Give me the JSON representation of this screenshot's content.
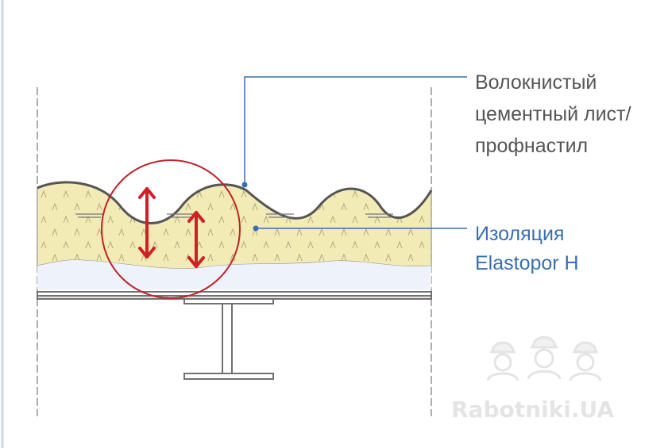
{
  "labels": {
    "sheet": {
      "line1": "Волокнистый",
      "line2": "цементный лист/",
      "line3": "профнастил"
    },
    "insulation": {
      "line1": "Изоляция",
      "line2": "Elastopor H"
    }
  },
  "watermark": {
    "text": "Rabotniki.UA"
  },
  "colors": {
    "background": "#ffffff",
    "left_edge_line": "#c9d9ec",
    "insulation_fill": "#f2ebb5",
    "profile_stroke": "#555555",
    "bottom_sheet_fill": "#eef3fb",
    "leader_line": "#3a6fb0",
    "sheet_label": "#555555",
    "insulation_label": "#3a6fb0",
    "highlight_circle": "#c0222a",
    "arrow": "#d01f26",
    "steel_beam": "#707070",
    "watermark": "#e4e4e4"
  }
}
